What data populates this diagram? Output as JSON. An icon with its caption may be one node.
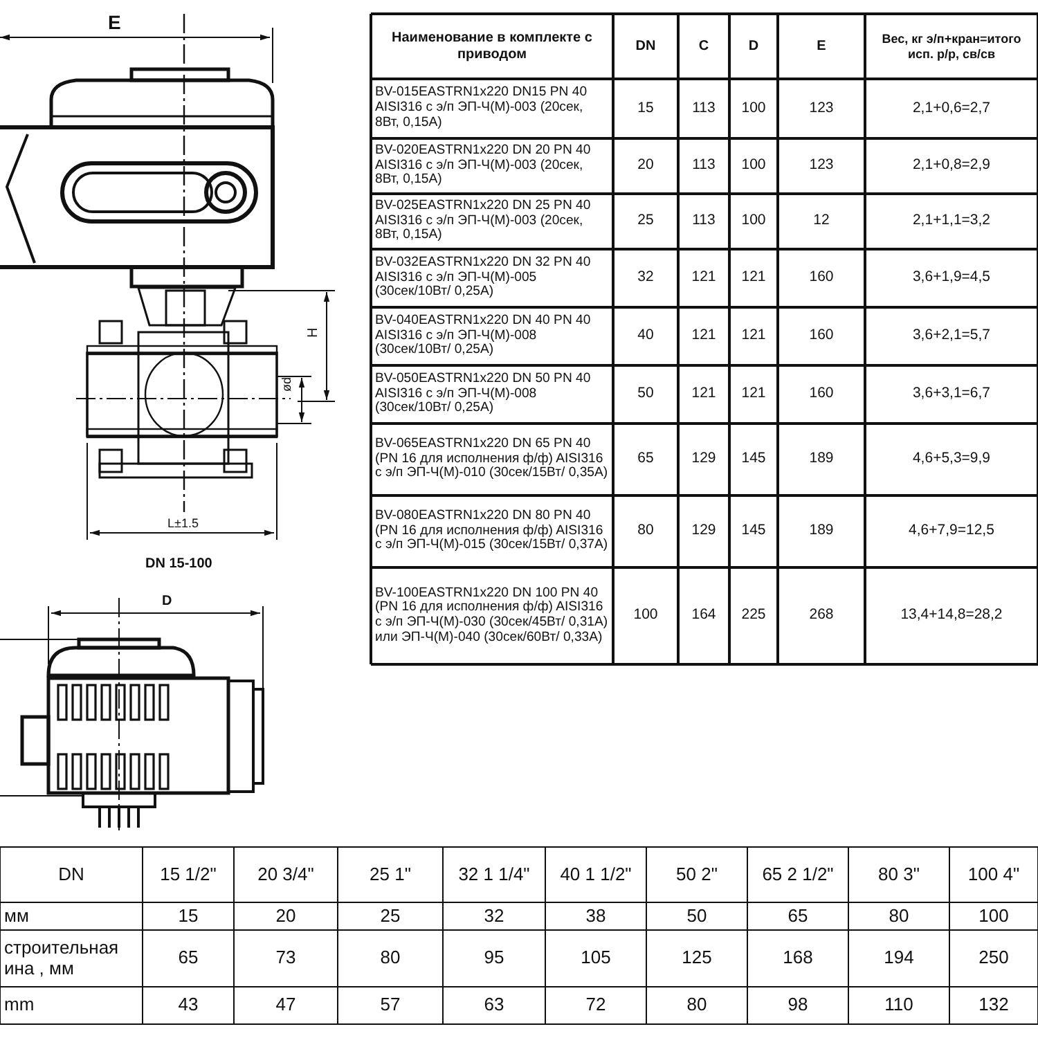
{
  "diagram": {
    "labels": [
      "E",
      "H",
      "ød",
      "L±1.5",
      "DN 15-100",
      "D",
      "Наименование в комплекте с приводом",
      "DN",
      "C",
      "D",
      "E",
      "Вес, кг э/п+кран=итого исп. р/р, св/св",
      "BV-015EASTRN1x220 DN15 PN 40 AISI316 с э/п ЭП-Ч(М)-003 (20сек, 8Вт, 0,15А)",
      "15",
      "113",
      "100",
      "123",
      "2,1+0,6=2,7",
      "BV-020EASTRN1x220 DN 20 PN 40 AISI316 с э/п ЭП-Ч(М)-003 (20сек, 8Вт, 0,15А)",
      "20",
      "113",
      "100",
      "123",
      "2,1+0,8=2,9",
      "BV-025EASTRN1x220 DN 25 PN 40 AISI316 с э/п ЭП-Ч(М)-003 (20сек, 8Вт, 0,15А)",
      "25",
      "113",
      "100",
      "12",
      "2,1+1,1=3,2",
      "BV-032EASTRN1x220 DN 32 PN 40 AISI316 с э/п ЭП-Ч(М)-005 (30сек/10Вт/ 0,25А)",
      "32",
      "121",
      "121",
      "160",
      "3,6+1,9=4,5",
      "BV-040EASTRN1x220 DN 40 PN 40 AISI316 с э/п ЭП-Ч(М)-008 (30сек/10Вт/ 0,25А)",
      "40",
      "121",
      "121",
      "160",
      "3,6+2,1=5,7",
      "BV-050EASTRN1x220 DN 50 PN 40 AISI316 с э/п ЭП-Ч(М)-008 (30сек/10Вт/ 0,25А)",
      "50",
      "121",
      "121",
      "160",
      "3,6+3,1=6,7",
      "BV-065EASTRN1x220 DN 65 PN 40 (PN 16 для исполнения ф/ф) AISI316 с э/п ЭП-Ч(М)-010 (30сек/15Вт/ 0,35А)",
      "65",
      "129",
      "145",
      "189",
      "4,6+5,3=9,9",
      "BV-080EASTRN1x220 DN 80 PN 40 (PN 16 для исполнения ф/ф) AISI316 с э/п ЭП-Ч(М)-015 (30сек/15Вт/ 0,37А)",
      "80",
      "129",
      "145",
      "189",
      "4,6+7,9=12,5",
      "BV-100EASTRN1x220 DN 100 PN 40 (PN 16 для исполнения ф/ф) AISI316 с э/п ЭП-Ч(М)-030 (30сек/45Вт/ 0,31А) или ЭП-Ч(М)-040 (30сек/60Вт/ 0,33А)",
      "100",
      "164",
      "225",
      "268",
      "13,4+14,8=28,2",
      "DN",
      "15 1/2\"",
      "20 3/4\"",
      "25 1\"",
      "32 1 1/4\"",
      "40 1 1/2\"",
      "50 2\"",
      "65 2 1/2\"",
      "80 3\"",
      "100 4\"",
      "мм",
      "15",
      "20",
      "25",
      "32",
      "38",
      "50",
      "65",
      "80",
      "100",
      "строительная ина , мм",
      "65",
      "73",
      "80",
      "95",
      "105",
      "125",
      "168",
      "194",
      "250",
      "mm",
      "43",
      "47",
      "57",
      "63",
      "72",
      "80",
      "98",
      "110",
      "132"
    ]
  }
}
